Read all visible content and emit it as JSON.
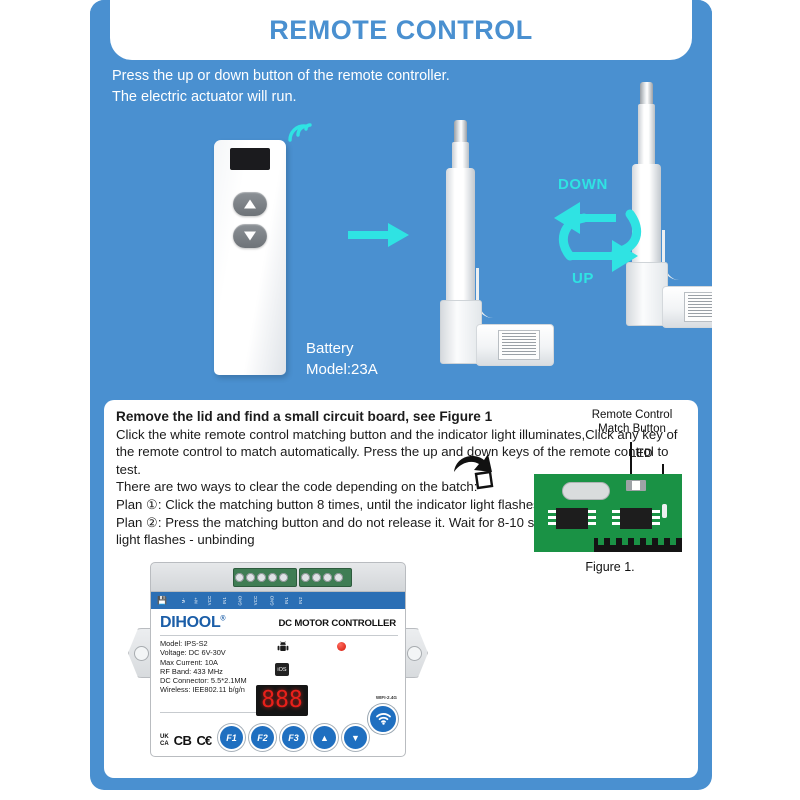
{
  "header": {
    "title": "REMOTE CONTROL"
  },
  "intro": {
    "line1": "Press the up or down button of the remote controller.",
    "line2": "The electric actuator will run."
  },
  "remote": {
    "battery_line1": "Battery",
    "battery_line2": "Model:23A",
    "up_button": "up-triangle",
    "down_button": "down-triangle",
    "signal_icon": "wifi-signal-icon"
  },
  "direction": {
    "down_label": "DOWN",
    "up_label": "UP"
  },
  "instructions": {
    "heading": "Remove the lid and find a small circuit board, see Figure 1",
    "para1": "Click the white remote control matching button and the indicator light illuminates,Click any key of the remote control to match automatically. Press the up and down keys of the remote control to test.",
    "para2": "There are two ways to clear the code depending on the batch:",
    "plan1": "Plan ①: Click the matching button 8 times, until the indicator light flashes and ends--unbind",
    "plan2": "Plan ②: Press the matching button and do not release it. Wait for 8-10 seconds until the indicator light flashes - unbinding"
  },
  "controller": {
    "brand": "DIHOOL",
    "brand_mark": "®",
    "title": "DC MOTOR CONTROLLER",
    "specs": [
      "Model: IPS-S2",
      "Voltage: DC 6V-30V",
      "Max Current: 10A",
      "RF Band: 433 MHz",
      "DC Connector: 5.5*2.1MM",
      "Wireless: IEE802.11 b/g/n"
    ],
    "terminal_labels": [
      "M-",
      "M+",
      "VCC",
      "IN1",
      "GND",
      "VCC",
      "GND",
      "IN1",
      "IN2"
    ],
    "display_value": "888",
    "wifi_label": "WIFI-2.4G",
    "ios_label": "iOS",
    "android_icon": "android-icon",
    "led_color": "#d31709",
    "accent_blue": "#1f6fc0",
    "certs": [
      "UK\nCA",
      "CB",
      "CE"
    ],
    "cert_ukca_line1": "UK",
    "cert_ukca_line2": "CA",
    "cert_cb": "CB",
    "cert_ce": "C€",
    "keys": [
      "F1",
      "F2",
      "F3",
      "▲",
      "▼"
    ]
  },
  "figure": {
    "label_match_line1": "Remote Control",
    "label_match_line2": "Match Button",
    "label_led": "LED",
    "caption": "Figure 1."
  },
  "colors": {
    "panel_blue": "#4a90d0",
    "cyan": "#2fe3e3",
    "pcb_green": "#1a9245"
  }
}
